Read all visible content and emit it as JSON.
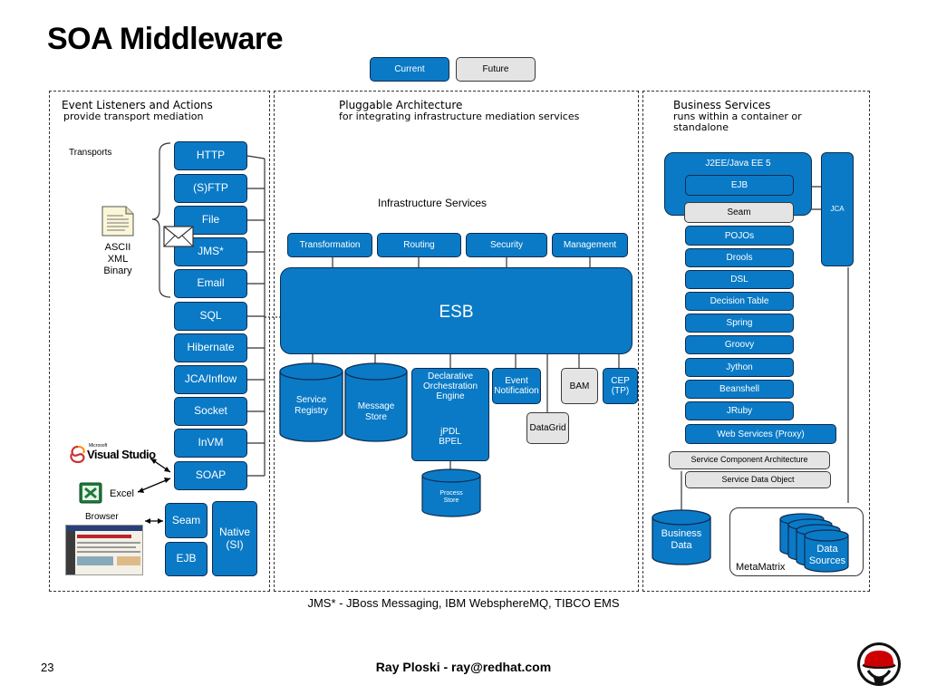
{
  "title": "SOA Middleware",
  "toggle": {
    "current": "Current",
    "future": "Future"
  },
  "panels": {
    "left": {
      "title": "Event Listeners and Actions",
      "subtitle": "provide transport mediation"
    },
    "middle": {
      "title": "Pluggable Architecture",
      "subtitle": "for integrating infrastructure mediation services"
    },
    "right": {
      "title": "Business Services",
      "subtitle": "runs within a container or standalone"
    }
  },
  "transports_label": "Transports",
  "transports": [
    "HTTP",
    "(S)FTP",
    "File",
    "JMS*",
    "Email",
    "SQL",
    "Hibernate",
    "JCA/Inflow",
    "Socket",
    "InVM",
    "SOAP"
  ],
  "formats": {
    "ascii": "ASCII",
    "xml": "XML",
    "binary": "Binary"
  },
  "clients": {
    "visual_studio_brand": "Microsoft",
    "visual_studio": "Visual Studio",
    "excel": "Excel",
    "browser": "Browser"
  },
  "bottom_boxes": {
    "seam": "Seam",
    "ejb": "EJB",
    "native": "Native (SI)"
  },
  "infra_label": "Infrastructure Services",
  "infra_services": [
    "Transformation",
    "Routing",
    "Security",
    "Management"
  ],
  "esb": "ESB",
  "esb_children": {
    "service_registry": "Service Registry",
    "message_store": "Message Store",
    "declarative_orchestration": "Declarative Orchestration Engine",
    "jpdl_bpel": "jPDL BPEL",
    "event_notification": "Event Notification",
    "bam": "BAM",
    "cep": "CEP (TP)",
    "datagrid": "DataGrid",
    "process_store": "Process Store"
  },
  "business": {
    "j2ee": "J2EE/Java EE 5",
    "ejb": "EJB",
    "seam": "Seam",
    "jca": "JCA",
    "stack": [
      "POJOs",
      "Drools",
      "DSL",
      "Decision Table",
      "Spring",
      "Groovy",
      "Jython",
      "Beanshell",
      "JRuby"
    ],
    "web_services": "Web Services (Proxy)",
    "sca": "Service Component Architecture",
    "sdo": "Service Data Object",
    "business_data": "Business Data",
    "data_sources": "Data Sources",
    "metamatrix": "MetaMatrix"
  },
  "footnote": "JMS* - JBoss Messaging, IBM WebsphereMQ, TIBCO EMS",
  "footer": {
    "page": "23",
    "author": "Ray Ploski - ray@redhat.com"
  },
  "colors": {
    "accent": "#0a7ac6",
    "border": "#0d2c4f",
    "neutral": "#e4e4e4",
    "brand": "#cc0000"
  }
}
